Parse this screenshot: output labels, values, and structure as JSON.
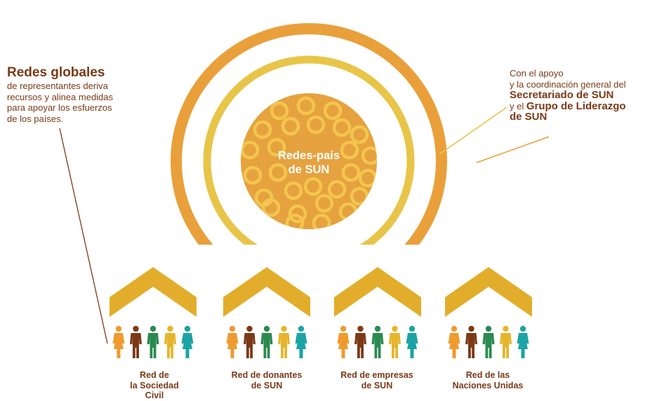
{
  "left": {
    "title": "Redes globales",
    "lines": [
      "de representantes deriva",
      "recursos y alinea medidas",
      "para apoyar los esfuerzos",
      "de los países."
    ]
  },
  "right": {
    "line1": "Con el apoyo",
    "line2": "y la coordinación general del",
    "line3": "Secretariado de SUN",
    "line4_prefix": "y el ",
    "line4_bold": "Grupo de Liderazgo",
    "line5": "de SUN"
  },
  "center": {
    "line1": "Redes-país",
    "line2": "de SUN"
  },
  "networks": [
    {
      "line1": "Red de",
      "line2": "la Sociedad",
      "line3": "Civil"
    },
    {
      "line1": "Red de donantes",
      "line2": "de SUN",
      "line3": ""
    },
    {
      "line1": "Red de empresas",
      "line2": "de SUN",
      "line3": ""
    },
    {
      "line1": "Red de las",
      "line2": "Naciones Unidas",
      "line3": ""
    }
  ],
  "colors": {
    "outer_ring": "#e9a03b",
    "inner_ring": "#e8c548",
    "core": "#e6a23e",
    "small_rings": "#f2c64f",
    "chevron": "#e2ad2a",
    "text": "#7a3a17",
    "person_colors": [
      "#ef9a2f",
      "#7a3a17",
      "#2b8a4f",
      "#e6b52c",
      "#1ba3a6"
    ]
  }
}
